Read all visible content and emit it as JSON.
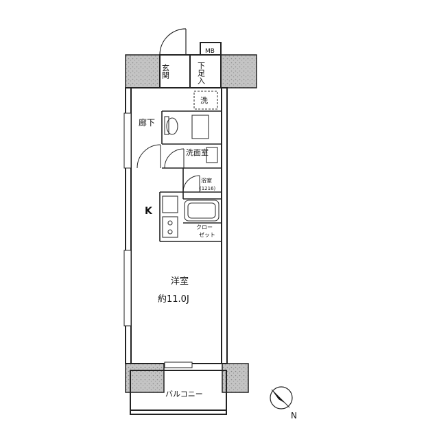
{
  "floorplan": {
    "rooms": {
      "mb": "MB",
      "genkan": "玄関",
      "shoe_box": "下足入",
      "corridor": "廊下",
      "washer": "洗",
      "washroom": "洗面室",
      "bath": "浴室",
      "bath_size": "(1216)",
      "closet": "クロー\nゼット",
      "kitchen": "K",
      "western_room": "洋室",
      "western_room_size": "約11.0J",
      "balcony": "バルコニー"
    },
    "compass": {
      "direction": "N"
    },
    "colors": {
      "wall_fill": "#b8b8b8",
      "wall_stroke": "#222222",
      "background": "#ffffff"
    }
  }
}
